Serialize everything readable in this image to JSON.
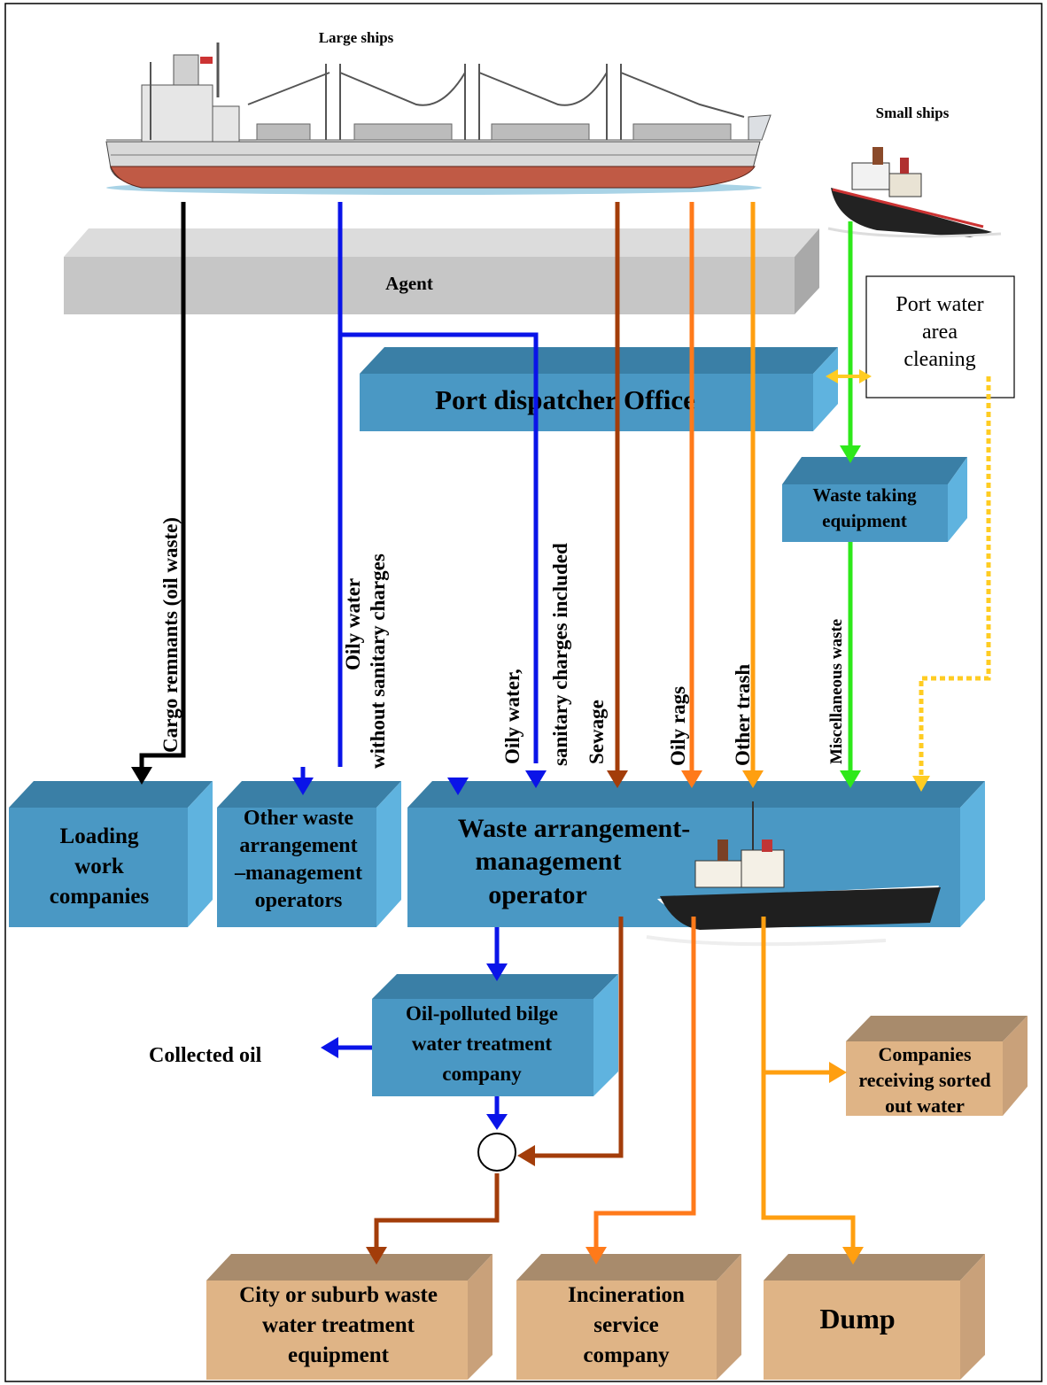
{
  "colors": {
    "blue_box_front": "#4a98c4",
    "blue_box_top": "#3a7fa6",
    "blue_box_side": "#5fb3df",
    "tan_box_front": "#dfb486",
    "tan_box_top": "#a88b6c",
    "tan_box_side": "#c9a17a",
    "agent_bar": "#c6c6c6",
    "oil_waste": "#000000",
    "oily_water": "#0a14e8",
    "sewage": "#a33d0a",
    "oily_rags": "#ff7a1a",
    "other_trash": "#ff9f10",
    "miscellaneous": "#2ee81a",
    "cleaning": "#ffcc22"
  },
  "icons": {
    "large_ship": "cargo-ship-icon",
    "small_ship": "tugboat-icon",
    "junction": "junction-circle-icon"
  },
  "sources": {
    "large_ships": "Large ships",
    "small_ships": "Small ships",
    "agent": "Agent",
    "port_water_cleaning": [
      "Port water",
      "area",
      "cleaning"
    ]
  },
  "boxes": {
    "port_dispatcher": "Port dispatcher Office",
    "waste_taking": [
      "Waste taking",
      "equipment"
    ],
    "loading": [
      "Loading",
      "work",
      "companies"
    ],
    "other_operators": [
      "Other waste",
      "arrangement",
      "–management",
      "operators"
    ],
    "main_operator": [
      "Waste arrangement-",
      "management",
      "operator"
    ],
    "bilge": [
      "Oil-polluted bilge",
      "water treatment",
      "company"
    ],
    "companies_sorted": [
      "Companies",
      "receiving sorted",
      "out water"
    ],
    "city_treatment": [
      "City or suburb waste",
      "water treatment",
      "equipment"
    ],
    "incineration": [
      "Incineration",
      "service",
      "company"
    ],
    "dump": "Dump"
  },
  "flows": {
    "cargo_remnants": "Cargo remnants (oil waste)",
    "oily_water_no_charges": [
      "Oily water",
      "without sanitary charges"
    ],
    "oily_water_charges": [
      "Oily water,",
      "sanitary charges included"
    ],
    "sewage": "Sewage",
    "oily_rags": "Oily rags",
    "other_trash": "Other trash",
    "miscellaneous": "Miscellaneous waste",
    "collected_oil": "Collected oil"
  }
}
